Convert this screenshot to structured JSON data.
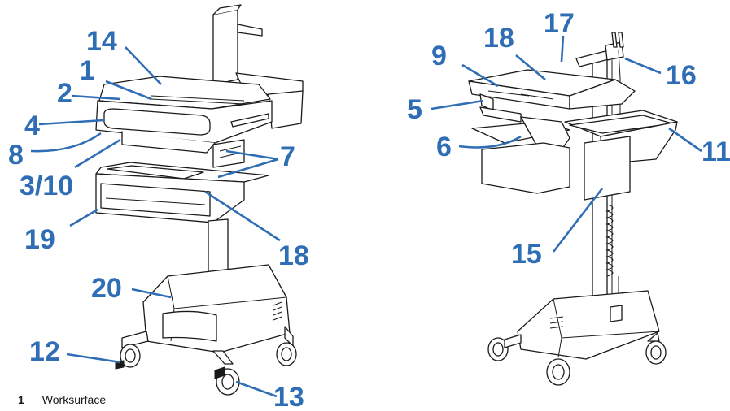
{
  "callouts": {
    "c1": "1",
    "c2": "2",
    "c3_10": "3/10",
    "c4": "4",
    "c5": "5",
    "c6": "6",
    "c7": "7",
    "c8": "8",
    "c9": "9",
    "c11": "11",
    "c12": "12",
    "c13": "13",
    "c14": "14",
    "c15": "15",
    "c16": "16",
    "c17": "17",
    "c18a": "18",
    "c18b": "18",
    "c19": "19",
    "c20": "20"
  },
  "legend": {
    "number": "1",
    "label": "Worksurface"
  },
  "colors": {
    "callout": "#2f6eb5",
    "line": "#1a1a1a"
  }
}
